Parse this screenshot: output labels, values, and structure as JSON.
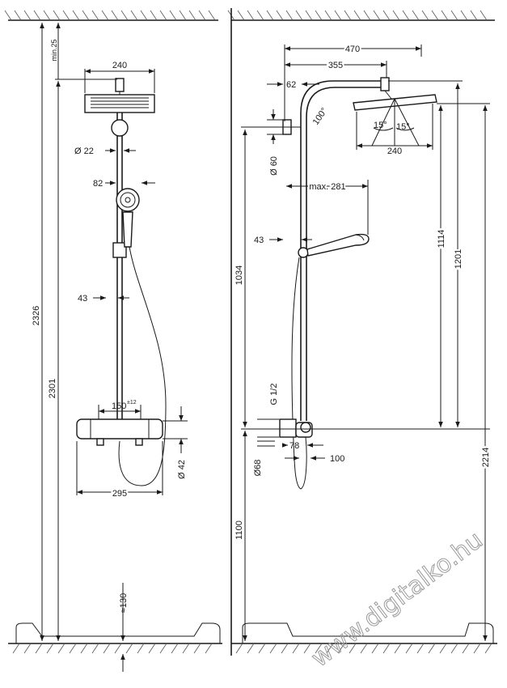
{
  "front_view": {
    "dims": {
      "min_top": "min.25",
      "total_height": "2326",
      "rail_height": "2301",
      "head_width": "240",
      "pipe_dia": "Ø 22",
      "hand_width": "82",
      "wall_dist": "43",
      "center_dist": "150",
      "center_tol": "±12",
      "mixer_dia": "Ø 42",
      "mixer_width": "295",
      "floor_gap": "≈130"
    }
  },
  "side_view": {
    "dims": {
      "arm_reach": "470",
      "arm_center": "355",
      "arm_offset": "62",
      "arm_angle": "100°",
      "tilt_left": "15°",
      "tilt_right": "15°",
      "head_width": "240",
      "bracket_dia": "Ø 60",
      "hand_reach": "max. 281",
      "wall_dist": "43",
      "rail_len": "1034",
      "head_to_outlet": "1114",
      "top_to_outlet": "1201",
      "inlet_thread": "G 1/2",
      "outlet_offset": "78",
      "outlet_dia": "Ø68",
      "mixer_depth": "100",
      "mixer_height": "1100",
      "overall_height": "2214"
    }
  },
  "watermark": "www.digitalko.hu",
  "colors": {
    "line": "#1a1a1a",
    "watermark": "#9a9a9a"
  }
}
